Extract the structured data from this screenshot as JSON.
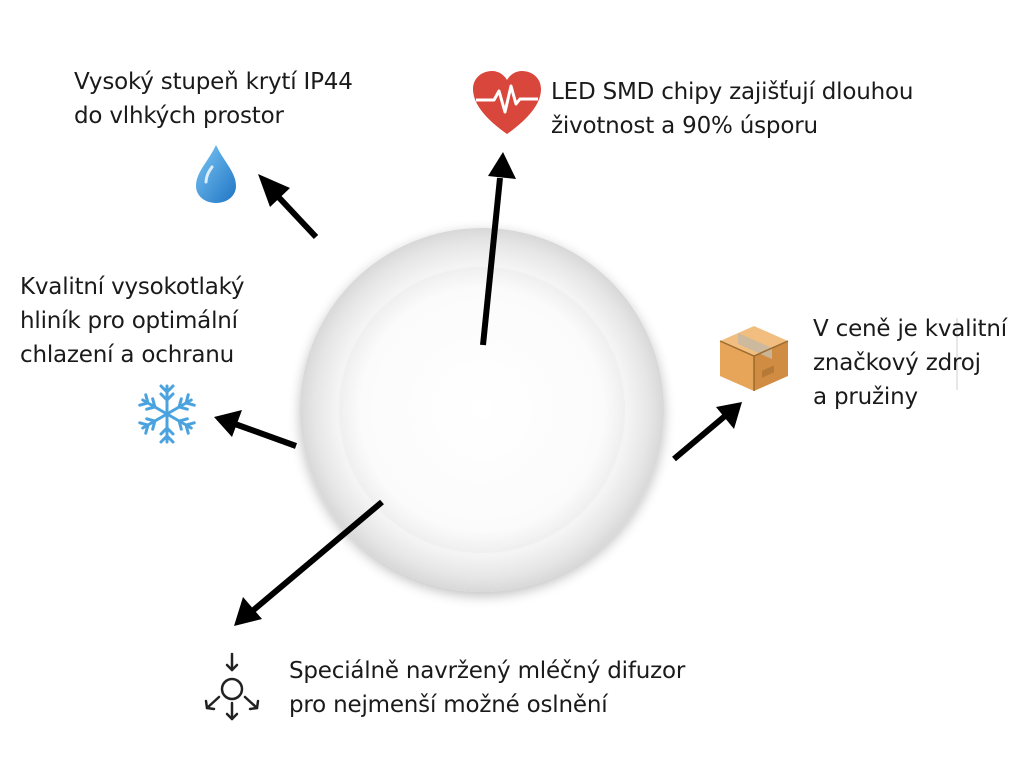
{
  "features": {
    "water": {
      "lines": [
        "Vysoký stupeň krytí IP44",
        "do vlhkých prostor"
      ],
      "icon": "water-drop-icon"
    },
    "led": {
      "lines": [
        "LED SMD chipy zajišťují dlouhou",
        "životnost a 90% úsporu"
      ],
      "icon": "heart-pulse-icon"
    },
    "aluminium": {
      "lines": [
        "Kvalitní vysokotlaký",
        "hliník pro optimální",
        "chlazení a ochranu"
      ],
      "icon": "snowflake-icon"
    },
    "driver": {
      "lines": [
        "V ceně je kvalitní",
        "značkový zdroj",
        "a pružiny"
      ],
      "icon": "box-icon"
    },
    "diffuser": {
      "lines": [
        "Speciálně navržený mléčný difuzor",
        "pro nejmenší možné oslnění"
      ],
      "icon": "diffuse-light-icon"
    }
  },
  "colors": {
    "arrow": "#000000",
    "drop": "#2b8fd8",
    "heart": "#d9463b",
    "snowflake": "#4aa3df",
    "box": "#e7a55a",
    "panel_rim": "#ececec",
    "panel_face": "#ffffff"
  }
}
